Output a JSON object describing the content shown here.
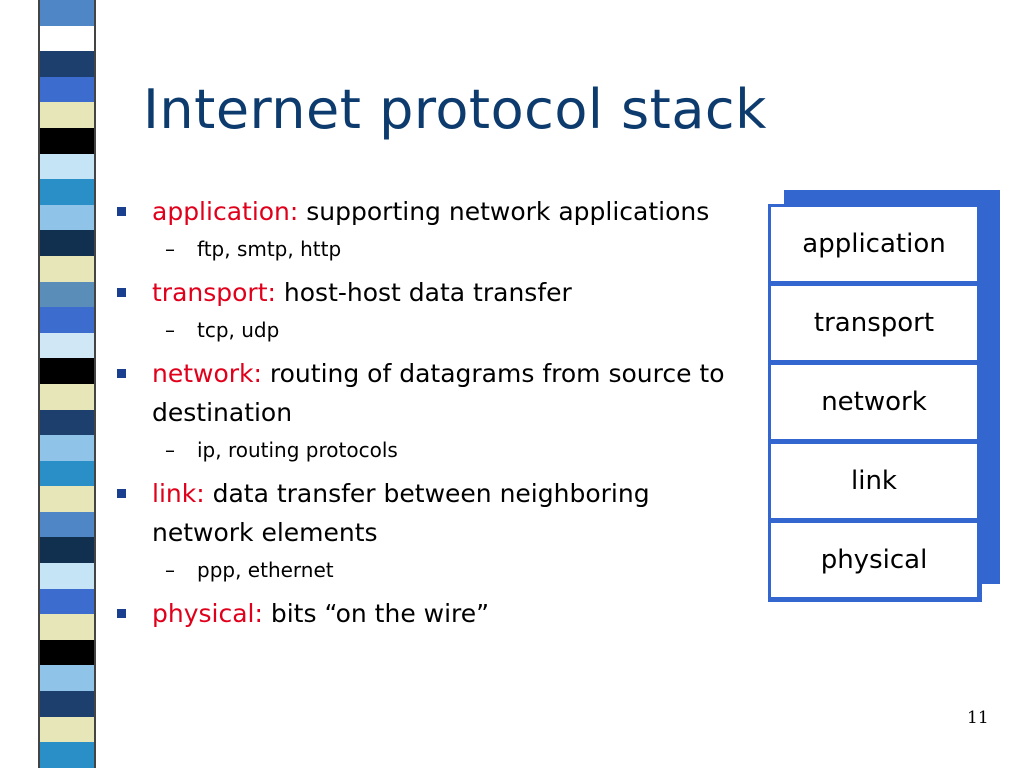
{
  "slide": {
    "title": "Internet protocol stack",
    "page_number": "11"
  },
  "bullets": [
    {
      "term": "application:",
      "text": " supporting network applications",
      "sub": "ftp, smtp, http"
    },
    {
      "term": "transport:",
      "text": " host-host data transfer",
      "sub": "tcp, udp"
    },
    {
      "term": "network:",
      "text": " routing of datagrams from source to destination",
      "sub": "ip, routing protocols"
    },
    {
      "term": "link:",
      "text": " data transfer between neighboring  network elements",
      "sub": "ppp, ethernet"
    },
    {
      "term": "physical:",
      "text": " bits “on the wire”",
      "sub": ""
    }
  ],
  "stack": {
    "layers": [
      "application",
      "transport",
      "network",
      "link",
      "physical"
    ]
  },
  "stripe_colors": [
    "#4f86c6",
    "#ffffff",
    "#1c3f6e",
    "#3d6ccf",
    "#e6e6b8",
    "#000000",
    "#c5e4f5",
    "#2b8fc7",
    "#8fc3e8",
    "#11304f",
    "#e6e6b8",
    "#5a8db8",
    "#3d6ccf",
    "#d0e8f5",
    "#000000",
    "#e6e6b8",
    "#1c3f6e",
    "#8fc3e8",
    "#2b8fc7",
    "#e6e6b8",
    "#4f86c6",
    "#11304f",
    "#c5e4f5",
    "#3d6ccf",
    "#e6e6b8",
    "#000000",
    "#8fc3e8",
    "#1c3f6e",
    "#e6e6b8",
    "#2b8fc7"
  ]
}
